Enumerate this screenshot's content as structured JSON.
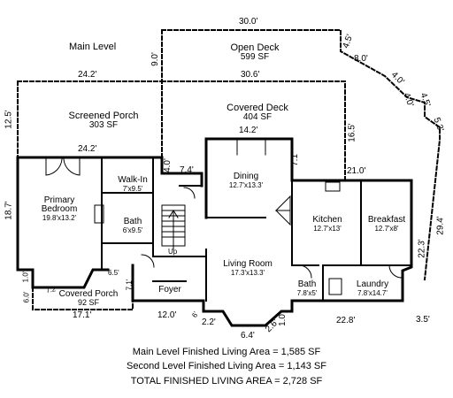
{
  "level_title": "Main Level",
  "rooms": {
    "open_deck": {
      "name": "Open Deck",
      "size": "599 SF"
    },
    "screened_porch": {
      "name": "Screened Porch",
      "size": "303 SF"
    },
    "covered_deck": {
      "name": "Covered Deck",
      "size": "404 SF"
    },
    "walkin": {
      "name": "Walk-In",
      "size": "7'x9.5'"
    },
    "primary": {
      "name1": "Primary",
      "name2": "Bedroom",
      "size": "19.8'x13.2'"
    },
    "bath1": {
      "name": "Bath",
      "size": "6'x9.5'"
    },
    "dining": {
      "name": "Dining",
      "size": "12.7'x13.3'"
    },
    "kitchen": {
      "name": "Kitchen",
      "size": "12.7'x13'"
    },
    "breakfast": {
      "name": "Breakfast",
      "size": "12.7'x8'"
    },
    "living": {
      "name": "Living Room",
      "size": "17.3'x13.3'"
    },
    "foyer": {
      "name": "Foyer"
    },
    "covered_porch": {
      "name": "Covered Porch",
      "size": "92 SF"
    },
    "bath2": {
      "name": "Bath",
      "size": "7.8'x5'"
    },
    "laundry": {
      "name": "Laundry",
      "size": "7.8'x14.7'"
    },
    "stairs": {
      "label": "Up"
    }
  },
  "dimensions": {
    "d30_0": "30.0'",
    "d9_0": "9.0'",
    "d4_5a": "4.5'",
    "d8_0": "8.0'",
    "d4_0a": "4.0'",
    "d4_0b": "4.0'",
    "d4_5b": "4.5'",
    "d5_3": "5.3'",
    "d24_2a": "24.2'",
    "d30_6": "30.6'",
    "d12_5": "12.5'",
    "d16_5": "16.5'",
    "d14_2": "14.2'",
    "d24_2b": "24.2'",
    "d4_0c": "4.0'",
    "d7_4": "7.4'",
    "d7_1a": "7.1'",
    "d21_0": "21.0'",
    "d18_7": "18.7'",
    "d29_4": "29.4'",
    "d22_3": "22.3'",
    "d6_5": "6.5'",
    "d1_0a": "1.0'",
    "d7_2": "7.2'",
    "d7_1b": "7.1'",
    "d6_0a": "6.0'",
    "d17_1": "17.1'",
    "d12_0": "12.0'",
    "d6_b": "6'",
    "d2_2": "2.2'",
    "d2_6": "2.6'",
    "d1_0b": "1.0'",
    "d6_4": "6.4'",
    "d22_8": "22.8'",
    "d3_5": "3.5'"
  },
  "summary": {
    "line1": "Main Level Finished Living Area = 1,585 SF",
    "line2": "Second Level Finished Living Area = 1,143 SF",
    "line3": "TOTAL FINISHED LIVING AREA = 2,728 SF"
  }
}
